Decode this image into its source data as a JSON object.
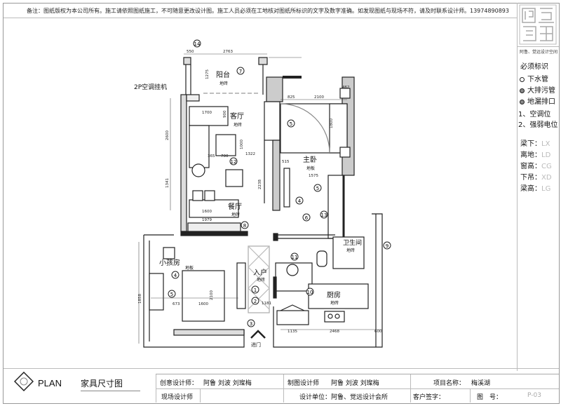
{
  "header_note": "备注：图纸版权为本公司所有。施工请依照图纸施工，不可随意更改设计图。施工人员必须在工地核对图纸所标识的文字及数字准确。如发现图纸与现场不符，请及时联系设计师。13974890893",
  "side_panel": {
    "logo_text": "阿鲁設計",
    "studio": "阿鲁、觉远设计空间",
    "legend_title": "必须标识",
    "symbols": [
      "下水管",
      "大排污管",
      "地漏排口"
    ],
    "positions": [
      "1、空调位",
      "2、强弱电位"
    ],
    "abbreviations": [
      {
        "label": "梁下：",
        "code": "LX"
      },
      {
        "label": "离地：",
        "code": "LD"
      },
      {
        "label": "窗高：",
        "code": "CG"
      },
      {
        "label": "下吊：",
        "code": "XD"
      },
      {
        "label": "梁高：",
        "code": "LG"
      }
    ]
  },
  "plan": {
    "rooms": {
      "balcony": {
        "name": "阳台",
        "floor": "地砖"
      },
      "living": {
        "name": "客厅",
        "floor": "地砖"
      },
      "master": {
        "name": "主卧",
        "floor": "地板"
      },
      "dining": {
        "name": "餐厅",
        "floor": "地砖"
      },
      "child": {
        "name": "小孩房",
        "floor": "地板"
      },
      "entry": {
        "name": "入户",
        "floor": "地砖"
      },
      "bath": {
        "name": "卫生间",
        "floor": "地砖"
      },
      "kitchen": {
        "name": "厨房",
        "floor": "地砖"
      }
    },
    "ac_label": "2P空调挂机",
    "entrance_label": "进门",
    "markers": [
      "14",
      "7",
      "12",
      "5",
      "5",
      "4",
      "6",
      "13",
      "8",
      "4",
      "5",
      "1",
      "2",
      "3",
      "11",
      "10",
      "9"
    ],
    "dimensions": {
      "d2763": "2763",
      "d550": "550",
      "d1275": "1275",
      "d1700": "1700",
      "d900a": "900",
      "d2600": "2600",
      "d1341": "1341",
      "d1000": "1000",
      "d700": "700",
      "d1322": "1322",
      "d365": "365",
      "d825": "825",
      "d2100": "2100",
      "d462": "462",
      "d1800": "1800",
      "d1575": "1575",
      "d515": "515",
      "d2238": "2238",
      "d1600a": "1600",
      "d1979": "1979",
      "d1600b": "1600",
      "d2100b": "2100",
      "d1858": "1858",
      "d1135": "1135",
      "d2468": "2468",
      "d600": "600",
      "d1181": "1181",
      "d673": "673"
    }
  },
  "title_block": {
    "plan_label": "PLAN",
    "drawing_name": "家具尺寸图",
    "creative_designer_label": "创意设计师：",
    "creative_designer": "阿鲁 刘波 刘璨梅",
    "drafter_label": "制图设计师",
    "drafter": "阿鲁 刘波 刘璨梅",
    "project_label": "项目名称：",
    "project": "梅溪湖",
    "site_designer_label": "现场设计师",
    "design_unit": "设计单位：阿鲁、觉远设计会所",
    "client_sign": "客户签字：",
    "drawing_no_label": "图　号：",
    "drawing_no": "P-03"
  }
}
